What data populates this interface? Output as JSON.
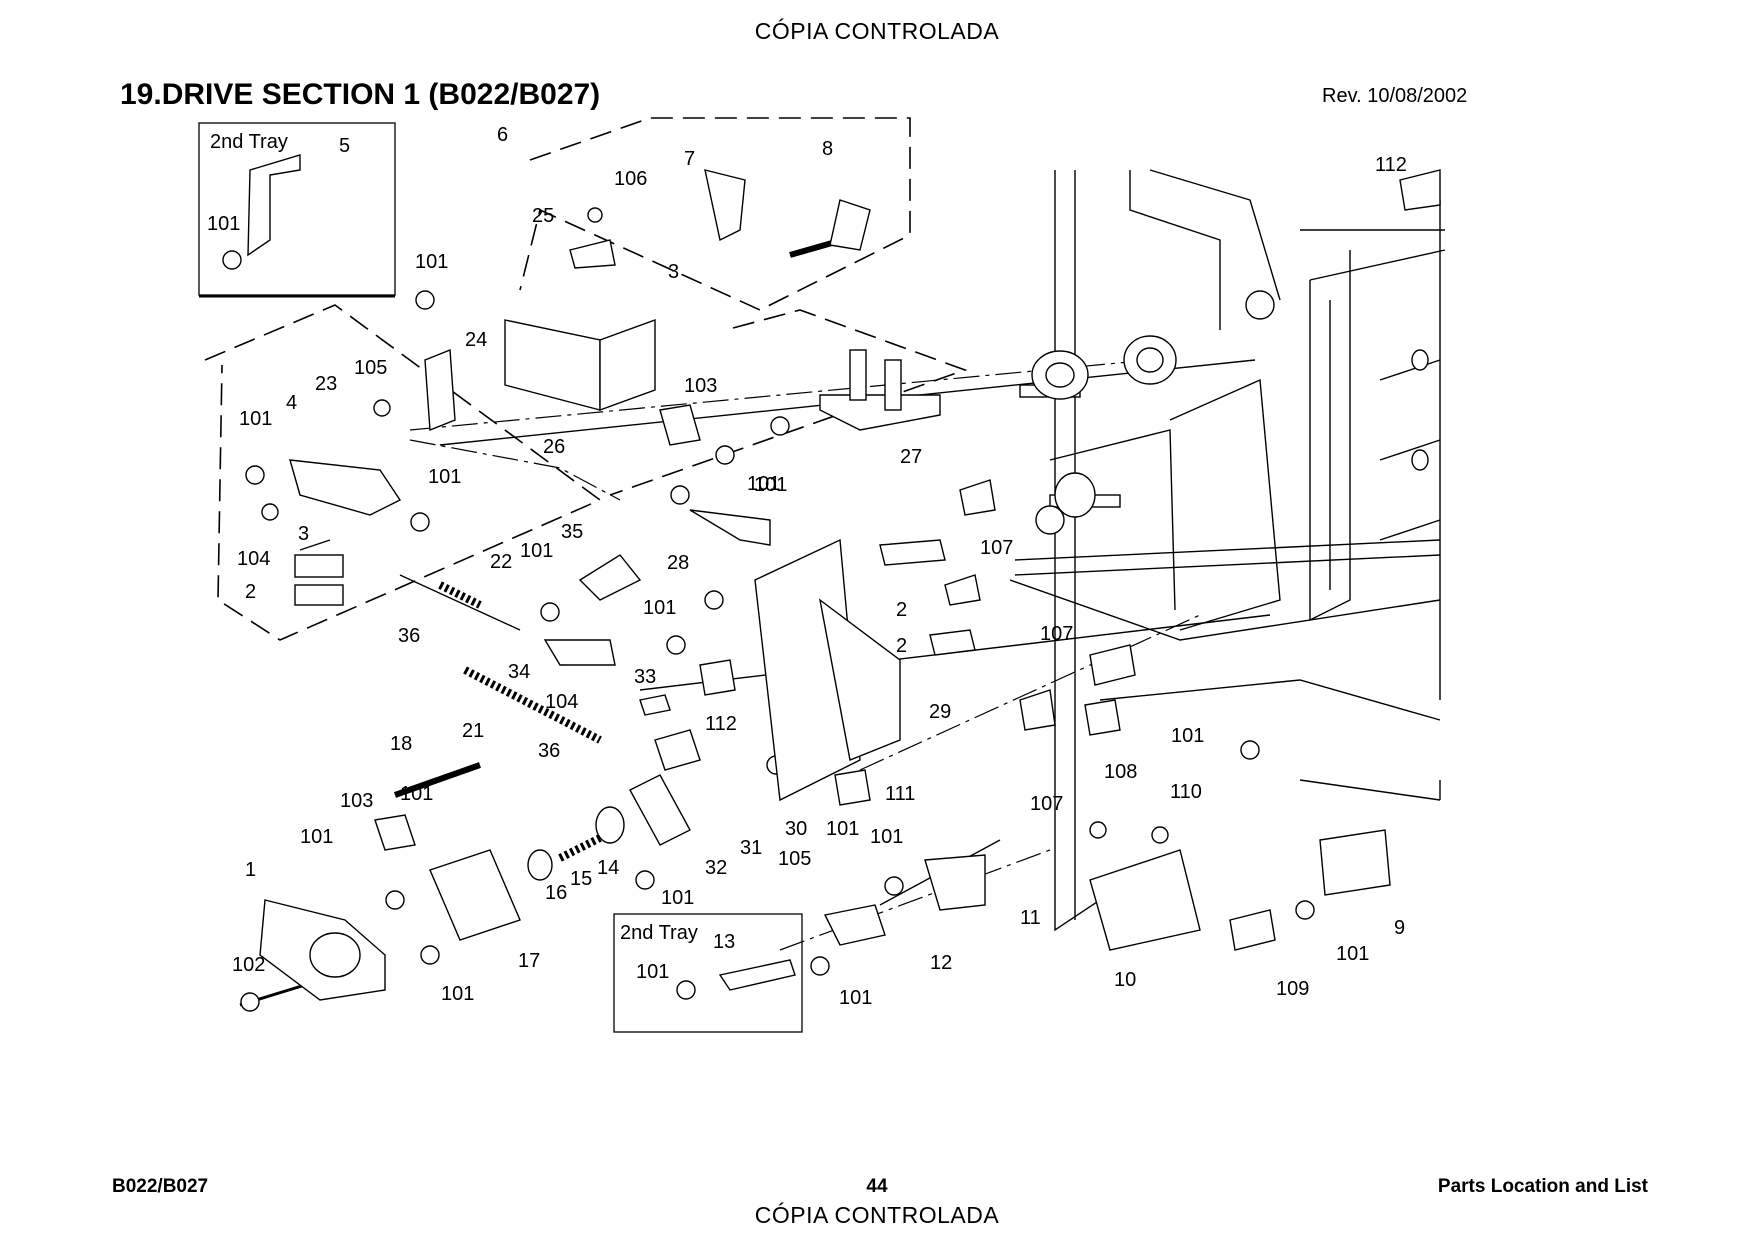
{
  "header": {
    "watermark": "CÓPIA CONTROLADA",
    "title": "19.DRIVE SECTION 1 (B022/B027)",
    "revision": "Rev. 10/08/2002"
  },
  "diagram": {
    "inset_label_top": "2nd Tray",
    "inset_label_bottom": "2nd Tray",
    "callouts": [
      "1",
      "2",
      "2",
      "2",
      "3",
      "3",
      "4",
      "5",
      "6",
      "7",
      "8",
      "9",
      "10",
      "11",
      "12",
      "13",
      "14",
      "15",
      "16",
      "17",
      "18",
      "21",
      "22",
      "23",
      "24",
      "25",
      "26",
      "27",
      "28",
      "29",
      "30",
      "31",
      "32",
      "33",
      "34",
      "35",
      "36",
      "36",
      "101",
      "101",
      "101",
      "101",
      "101",
      "101",
      "101",
      "101",
      "101",
      "101",
      "101",
      "101",
      "101",
      "101",
      "101",
      "101",
      "101",
      "101",
      "102",
      "103",
      "103",
      "104",
      "104",
      "105",
      "105",
      "106",
      "107",
      "107",
      "107",
      "108",
      "109",
      "110",
      "111",
      "112",
      "112"
    ]
  },
  "footer": {
    "model": "B022/B027",
    "page_number": "44",
    "section": "Parts Location and List",
    "watermark": "CÓPIA CONTROLADA"
  }
}
